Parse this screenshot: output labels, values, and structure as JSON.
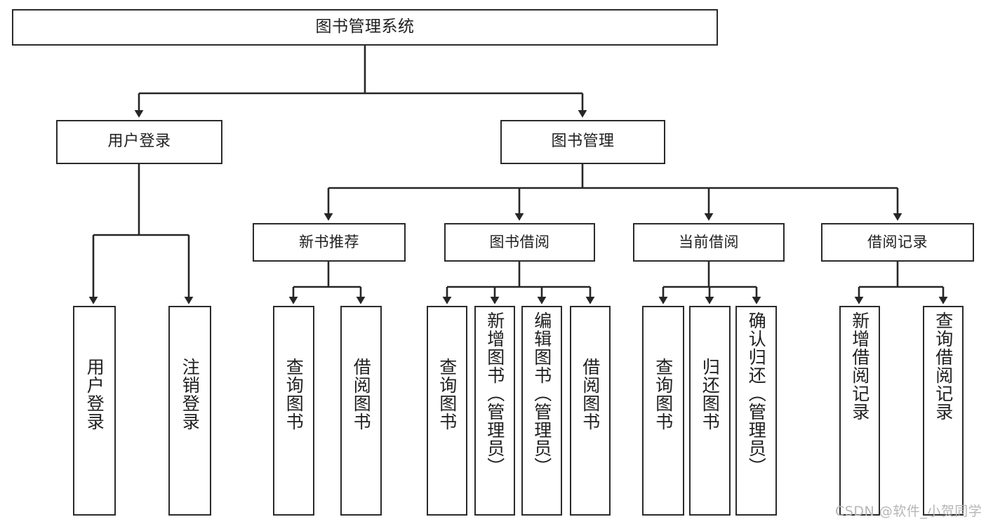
{
  "diagram": {
    "type": "tree-hierarchy",
    "title": "图书管理系统",
    "root": {
      "label": "图书管理系统"
    },
    "level2": [
      {
        "id": "user-login",
        "label": "用户登录"
      },
      {
        "id": "book-manage",
        "label": "图书管理"
      }
    ],
    "level3": [
      {
        "id": "new-book-recommend",
        "label": "新书推荐",
        "parent": "book-manage"
      },
      {
        "id": "book-borrow",
        "label": "图书借阅",
        "parent": "book-manage"
      },
      {
        "id": "current-borrow",
        "label": "当前借阅",
        "parent": "book-manage"
      },
      {
        "id": "borrow-record",
        "label": "借阅记录",
        "parent": "book-manage"
      }
    ],
    "leaves": [
      {
        "id": "leaf-user-login",
        "label": "用户登录",
        "parent": "user-login"
      },
      {
        "id": "leaf-logout-login",
        "label": "注销登录",
        "parent": "user-login"
      },
      {
        "id": "leaf-query-book-1",
        "label": "查询图书",
        "parent": "new-book-recommend"
      },
      {
        "id": "leaf-borrow-book-1",
        "label": "借阅图书",
        "parent": "new-book-recommend"
      },
      {
        "id": "leaf-query-book-2",
        "label": "查询图书",
        "parent": "book-borrow"
      },
      {
        "id": "leaf-add-book",
        "label": "新增图书（管理员）",
        "parent": "book-borrow"
      },
      {
        "id": "leaf-edit-book",
        "label": "编辑图书（管理员）",
        "parent": "book-borrow"
      },
      {
        "id": "leaf-borrow-book-2",
        "label": "借阅图书",
        "parent": "book-borrow"
      },
      {
        "id": "leaf-query-book-3",
        "label": "查询图书",
        "parent": "current-borrow"
      },
      {
        "id": "leaf-return-book",
        "label": "归还图书",
        "parent": "current-borrow"
      },
      {
        "id": "leaf-confirm-return",
        "label": "确认归还（管理员）",
        "parent": "current-borrow"
      },
      {
        "id": "leaf-add-record",
        "label": "新增借阅记录",
        "parent": "borrow-record"
      },
      {
        "id": "leaf-query-record",
        "label": "查询借阅记录",
        "parent": "borrow-record"
      }
    ],
    "colors": {
      "stroke": "#2b2b2b",
      "text": "#202020",
      "background": "#ffffff",
      "watermark": "#b6b6b6"
    }
  },
  "watermark": {
    "text": "CSDN @软件_小贺同学"
  }
}
